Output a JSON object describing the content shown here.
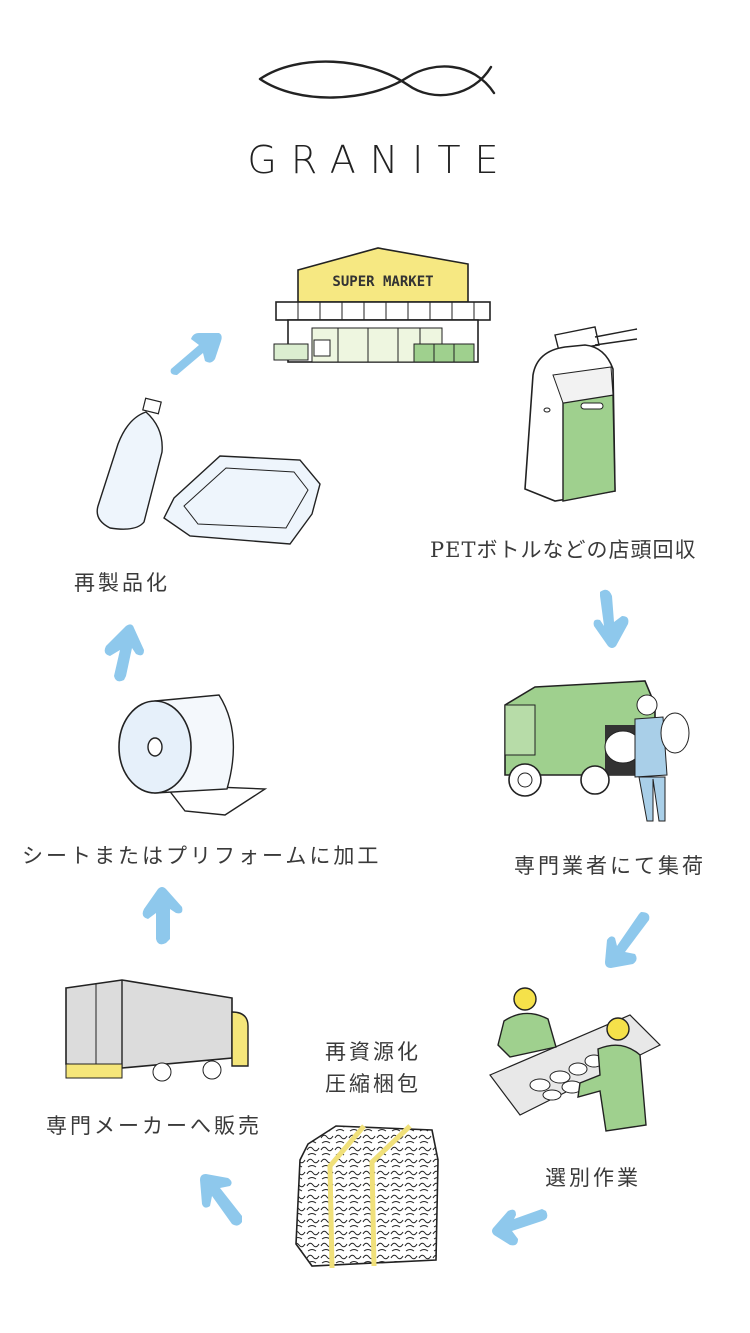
{
  "brand": {
    "name": "GRANITE",
    "logo_icon": "fish-outline-icon"
  },
  "colors": {
    "arrow": "#8ec8ec",
    "accent_green": "#9fd08e",
    "accent_yellow": "#f5e67a",
    "line": "#222222"
  },
  "cycle": {
    "steps": [
      {
        "id": "supermarket",
        "illustration": "supermarket-icon",
        "sign_text": "SUPER MARKET",
        "label": ""
      },
      {
        "id": "store-collection",
        "illustration": "recycling-bin-icon",
        "label": "PETボトルなどの店頭回収"
      },
      {
        "id": "collection",
        "illustration": "garbage-truck-icon",
        "label": "専門業者にて集荷"
      },
      {
        "id": "sorting",
        "illustration": "sorting-workers-icon",
        "label": "選別作業"
      },
      {
        "id": "baling",
        "illustration": "compressed-bale-icon",
        "label_line1": "再資源化",
        "label_line2": "圧縮梱包"
      },
      {
        "id": "sale",
        "illustration": "delivery-truck-icon",
        "label": "専門メーカーへ販売"
      },
      {
        "id": "processing",
        "illustration": "sheet-roll-icon",
        "label": "シートまたはプリフォームに加工"
      },
      {
        "id": "remanufacture",
        "illustration": "bottle-and-container-icon",
        "label": "再製品化"
      }
    ]
  }
}
